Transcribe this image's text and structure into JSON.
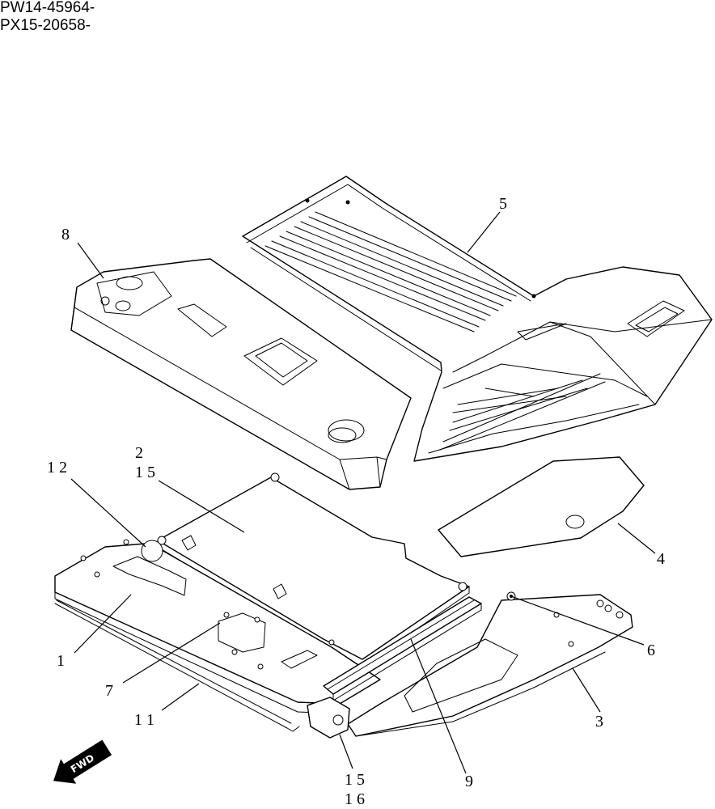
{
  "serials": [
    "PW14-45964-",
    "PX15-20658-"
  ],
  "callouts": {
    "c1": "1",
    "c2": "2",
    "c3": "3",
    "c4": "4",
    "c5": "5",
    "c6": "6",
    "c7": "7",
    "c8": "8",
    "c9": "9",
    "c11": "1 1",
    "c12": "1 2",
    "c15a": "1 5",
    "c15b": "1 5",
    "c16": "1 6"
  },
  "fwd_label": "FWD"
}
